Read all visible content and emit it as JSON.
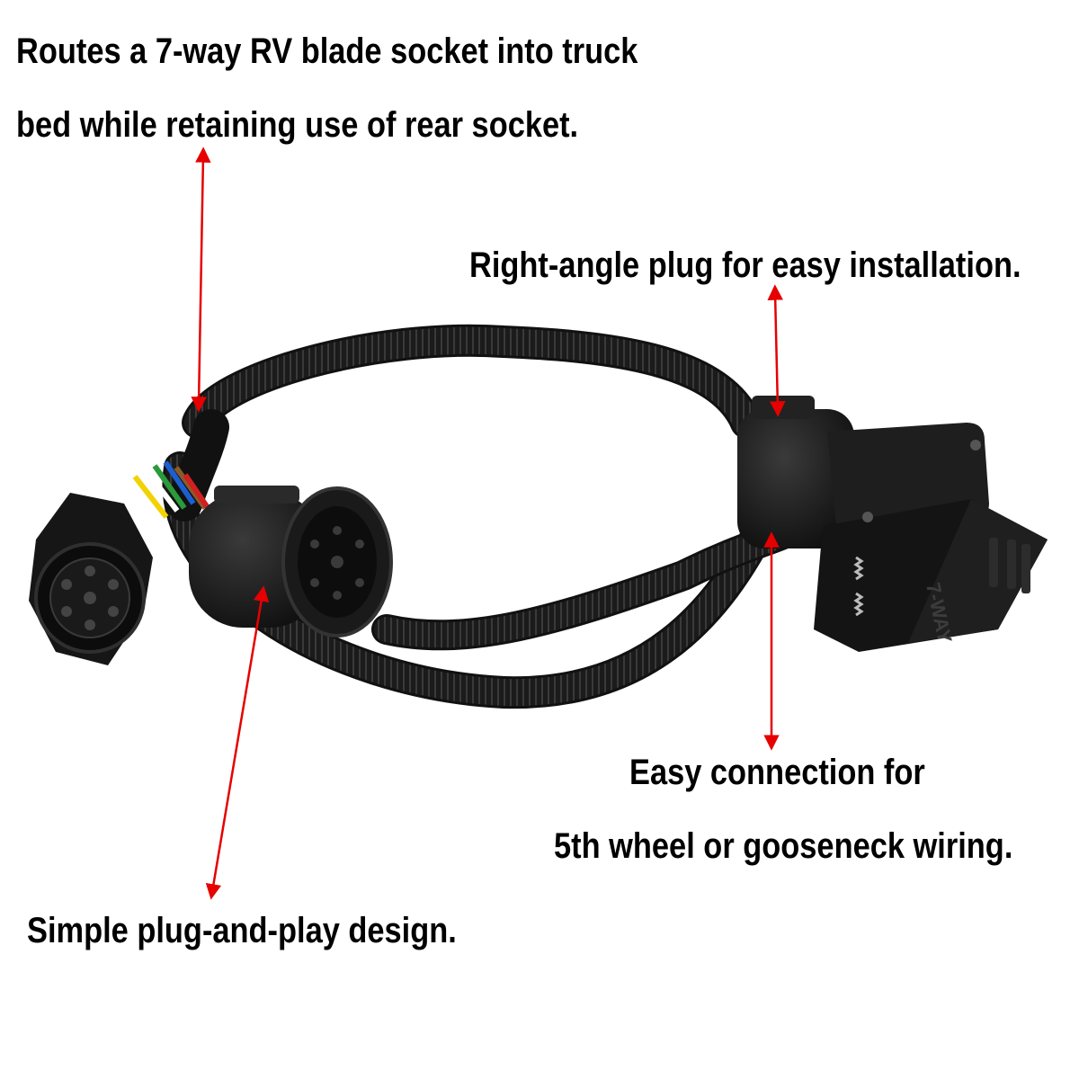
{
  "captions": {
    "routes_line1": "Routes a 7-way RV blade socket into truck",
    "routes_line2": "bed while retaining use of rear socket.",
    "right_angle": "Right-angle plug for easy installation.",
    "easy_line1": "Easy connection for",
    "easy_line2": "5th wheel or gooseneck wiring.",
    "simple": "Simple plug-and-play design."
  },
  "product": {
    "socket_label": "7-WAY"
  },
  "colors": {
    "arrow": "#e60000",
    "cable": "#1b1b1b",
    "text": "#000000",
    "background": "#ffffff"
  },
  "icons": {
    "arrows": "red-double-arrow-icon"
  }
}
